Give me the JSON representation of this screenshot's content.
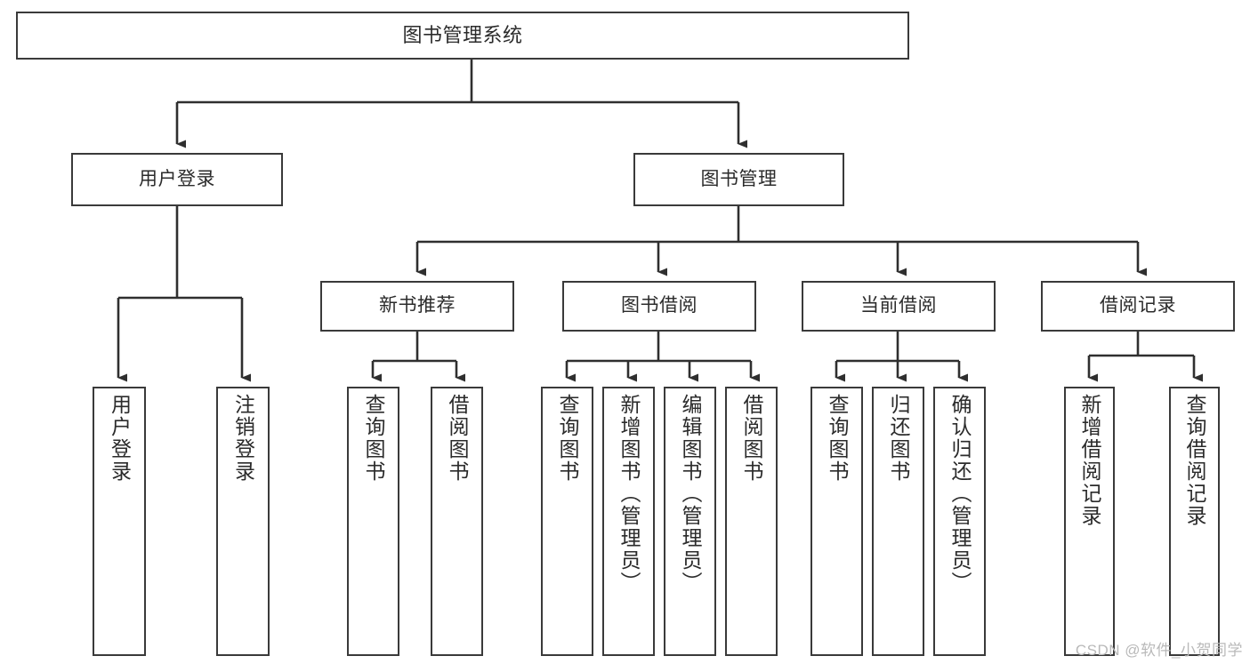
{
  "diagram": {
    "type": "tree-hierarchy",
    "title": "图书管理系统",
    "colors": {
      "box_border": "#3a3a3a",
      "box_fill": "#ffffff",
      "connector": "#2f2f2f",
      "text": "#2b2b2b",
      "watermark": "#b9b9b9",
      "background": "#ffffff"
    },
    "root": {
      "label": "图书管理系统"
    },
    "level2": [
      {
        "label": "用户登录"
      },
      {
        "label": "图书管理"
      }
    ],
    "level3": [
      {
        "label": "新书推荐"
      },
      {
        "label": "图书借阅"
      },
      {
        "label": "当前借阅"
      },
      {
        "label": "借阅记录"
      }
    ],
    "leaves": [
      {
        "label": "用户登录"
      },
      {
        "label": "注销登录"
      },
      {
        "label": "查询图书"
      },
      {
        "label": "借阅图书"
      },
      {
        "label": "查询图书"
      },
      {
        "label": "新增图书（管理员）"
      },
      {
        "label": "编辑图书（管理员）"
      },
      {
        "label": "借阅图书"
      },
      {
        "label": "查询图书"
      },
      {
        "label": "归还图书"
      },
      {
        "label": "确认归还（管理员）"
      },
      {
        "label": "新增借阅记录"
      },
      {
        "label": "查询借阅记录"
      }
    ],
    "watermark": "CSDN @软件_小贺同学"
  }
}
